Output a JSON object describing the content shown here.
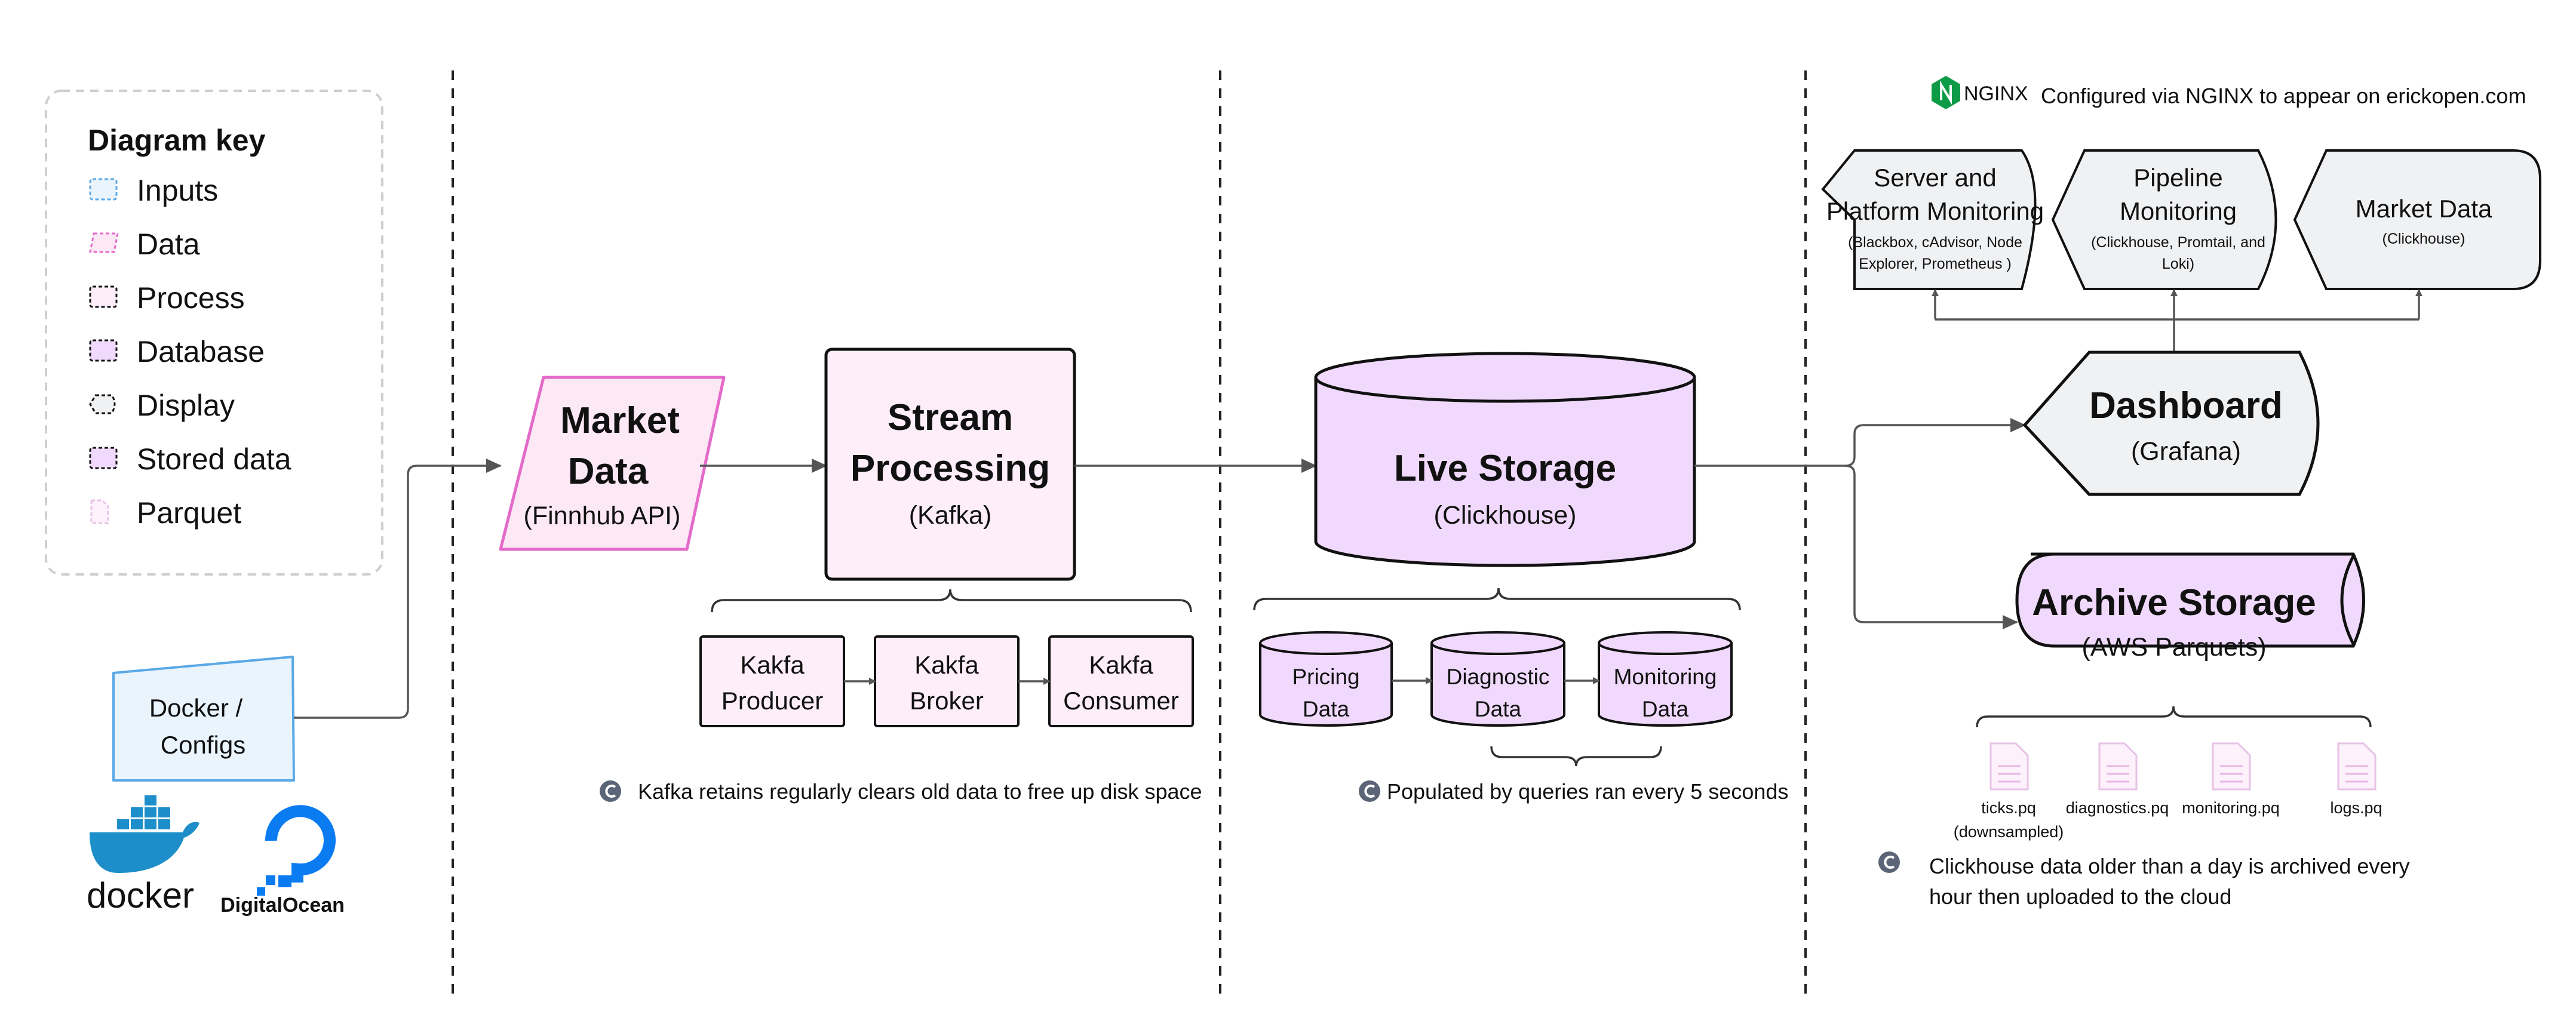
{
  "key": {
    "title": "Diagram key",
    "items": [
      {
        "label": "Inputs",
        "fill": "#eaf4fd",
        "stroke": "#5ba9e6"
      },
      {
        "label": "Data",
        "fill": "#fde8f6",
        "stroke": "#e46ac9"
      },
      {
        "label": "Process",
        "fill": "#fdeef9",
        "stroke": "#111111"
      },
      {
        "label": "Database",
        "fill": "#f0d9fc",
        "stroke": "#111111"
      },
      {
        "label": "Display",
        "fill": "#f0f1f3",
        "stroke": "#111111"
      },
      {
        "label": "Stored data",
        "fill": "#f0d9fc",
        "stroke": "#111111"
      },
      {
        "label": "Parquet",
        "fill": "#fdf1fb",
        "stroke": "#e7c2e6"
      }
    ]
  },
  "inputs": {
    "docker_configs": [
      "Docker /",
      "Configs"
    ],
    "docker_logo": "docker",
    "digitalocean_logo": "DigitalOcean"
  },
  "market_data": {
    "title": [
      "Market",
      "Data"
    ],
    "sub": "(Finnhub API)"
  },
  "stream": {
    "title": [
      "Stream",
      "Processing"
    ],
    "sub": "(Kafka)",
    "nodes": [
      [
        "Kakfa",
        "Producer"
      ],
      [
        "Kakfa",
        "Broker"
      ],
      [
        "Kakfa",
        "Consumer"
      ]
    ],
    "note": "Kafka retains regularly clears old data to free up disk space"
  },
  "live_storage": {
    "title": "Live Storage",
    "sub": "(Clickhouse)",
    "nodes": [
      [
        "Pricing",
        "Data"
      ],
      [
        "Diagnostic",
        "Data"
      ],
      [
        "Monitoring",
        "Data"
      ]
    ],
    "note": "Populated by queries ran every 5 seconds"
  },
  "nginx": {
    "logo": "NGINX",
    "note": "Configured via NGINX to appear on erickopen.com"
  },
  "dashboard": {
    "title": "Dashboard",
    "sub": "(Grafana)",
    "panels": [
      {
        "title": [
          "Server and",
          "Platform Monitoring"
        ],
        "sub": [
          "(Blackbox, cAdvisor, Node",
          "Explorer, Prometheus )"
        ]
      },
      {
        "title": [
          "Pipeline",
          "Monitoring"
        ],
        "sub": [
          "(Clickhouse, Promtail, and",
          "Loki)"
        ]
      },
      {
        "title": [
          "Market Data"
        ],
        "sub": [
          "(Clickhouse)"
        ]
      }
    ]
  },
  "archive": {
    "title": "Archive Storage",
    "sub": "(AWS Parquets)",
    "files": [
      [
        "ticks.pq",
        "(downsampled)"
      ],
      [
        "diagnostics.pq"
      ],
      [
        "monitoring.pq"
      ],
      [
        "logs.pq"
      ]
    ],
    "note": [
      "Clickhouse data older than a day is archived every",
      "hour then uploaded to the cloud"
    ]
  },
  "colors": {
    "input_fill": "#eaf4fd",
    "input_stroke": "#5ba9e6",
    "data_fill": "#fde8f6",
    "data_stroke": "#e46ac9",
    "process_fill": "#fdeef9",
    "db_fill": "#f0d9fc",
    "display_fill": "#f0f1f3",
    "parquet_fill": "#fdf1fb",
    "docker_blue": "#1d8ec9",
    "do_blue": "#0a7bf0",
    "nginx_green": "#0e9b47",
    "note_icon": "#5b6577"
  }
}
